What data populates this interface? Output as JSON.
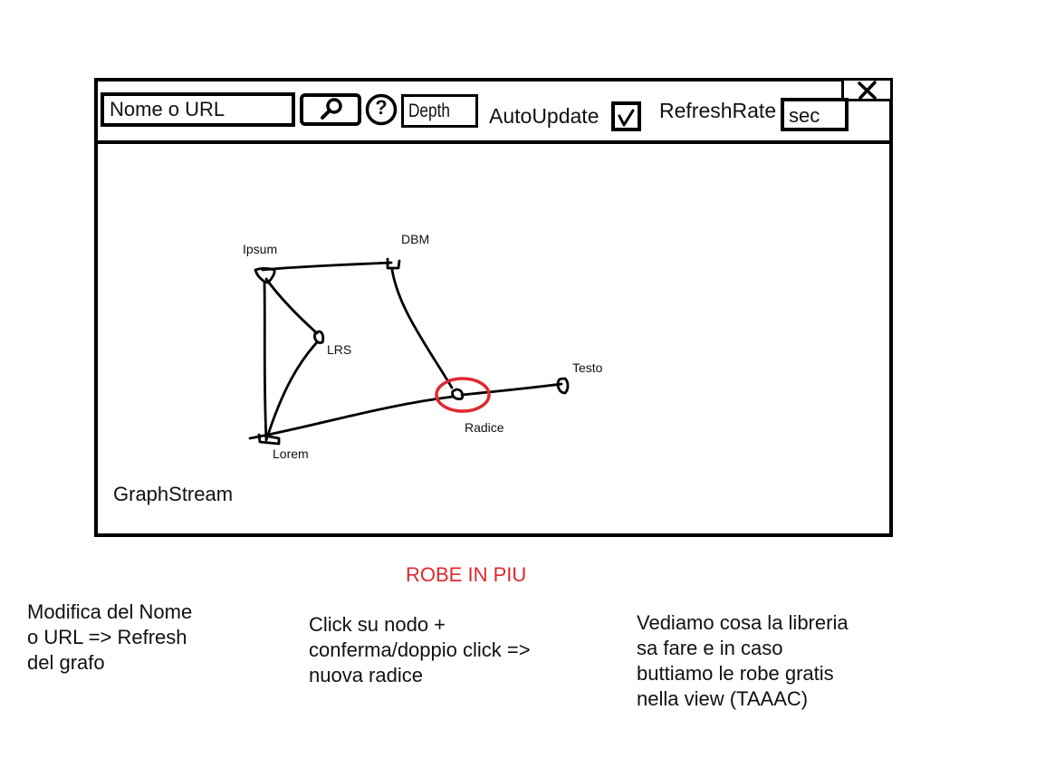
{
  "toolbar": {
    "name_or_url_input": "Nome o URL",
    "search_icon": "search-icon",
    "help_icon": "help-icon",
    "help_glyph": "?",
    "depth_input": "Depth",
    "autoupdate_label": "AutoUpdate",
    "autoupdate_checked": true,
    "refreshrate_label": "RefreshRate",
    "refreshrate_input": "sec",
    "close_icon": "close-icon"
  },
  "graph": {
    "library_label": "GraphStream",
    "nodes": [
      "Ipsum",
      "DBM",
      "LRS",
      "Testo",
      "Radice",
      "Lorem"
    ],
    "highlighted_node": "Radice",
    "highlight_color": "#e0282e"
  },
  "extras": {
    "heading": "ROBE IN PIU",
    "notes": [
      "Modifica del Nome\no URL => Refresh\ndel grafo",
      "Click su nodo +\nconferma/doppio click =>\nnuova radice",
      "Vediamo cosa la libreria\nsa fare e in caso\nbuttiamo le robe gratis\nnella view (TAAAC)"
    ]
  }
}
